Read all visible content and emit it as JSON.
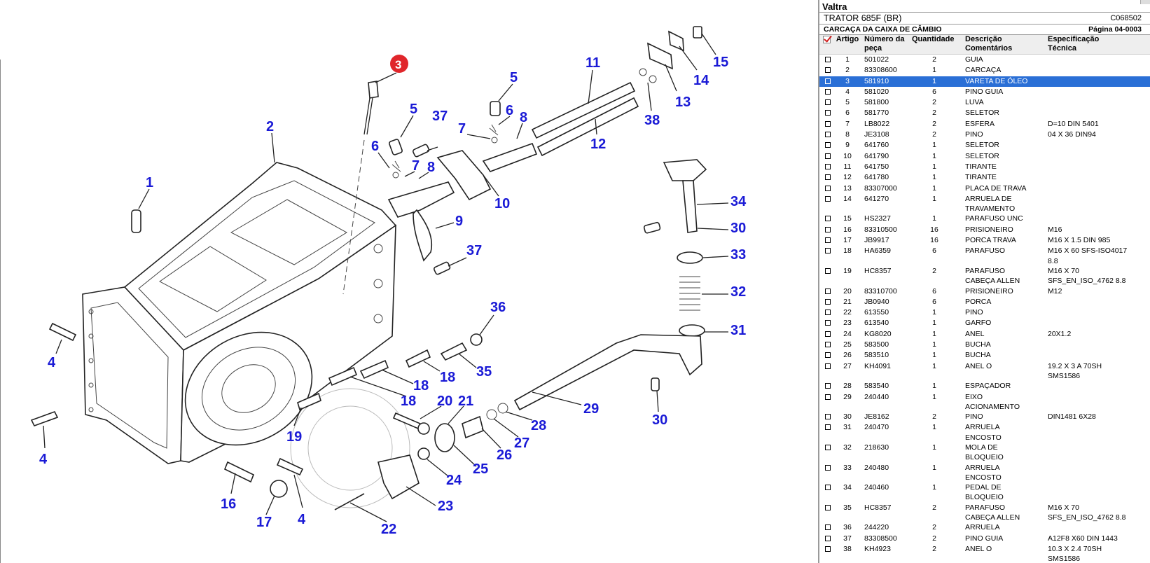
{
  "panel": {
    "brand": "Valtra",
    "model": "TRATOR 685F (BR)",
    "code": "C068502",
    "title": "CARCAÇA DA CAIXA DE CÂMBIO",
    "page": "Página 04-0003"
  },
  "columns": {
    "artigo": "Artigo",
    "numero_line1": "Número da",
    "numero_line2": "peça",
    "quantidade": "Quantidade",
    "descricao_line1": "Descrição",
    "descricao_line2": "Comentários",
    "spec_line1": "Especificação",
    "spec_line2": "Técnica"
  },
  "parts": [
    {
      "art": "1",
      "num": "501022",
      "qty": "2",
      "desc": [
        "GUIA"
      ],
      "spec": []
    },
    {
      "art": "2",
      "num": "83308600",
      "qty": "1",
      "desc": [
        "CARCAÇA"
      ],
      "spec": []
    },
    {
      "art": "3",
      "num": "581910",
      "qty": "1",
      "desc": [
        "VARETA DE ÓLEO"
      ],
      "spec": [],
      "selected": true
    },
    {
      "art": "4",
      "num": "581020",
      "qty": "6",
      "desc": [
        "PINO GUIA"
      ],
      "spec": []
    },
    {
      "art": "5",
      "num": "581800",
      "qty": "2",
      "desc": [
        "LUVA"
      ],
      "spec": []
    },
    {
      "art": "6",
      "num": "581770",
      "qty": "2",
      "desc": [
        "SELETOR"
      ],
      "spec": []
    },
    {
      "art": "7",
      "num": "LB8022",
      "qty": "2",
      "desc": [
        "ESFERA"
      ],
      "spec": [
        "D=10 DIN 5401"
      ]
    },
    {
      "art": "8",
      "num": "JE3108",
      "qty": "2",
      "desc": [
        "PINO"
      ],
      "spec": [
        "04 X 36 DIN94"
      ]
    },
    {
      "art": "9",
      "num": "641760",
      "qty": "1",
      "desc": [
        "SELETOR"
      ],
      "spec": []
    },
    {
      "art": "10",
      "num": "641790",
      "qty": "1",
      "desc": [
        "SELETOR"
      ],
      "spec": []
    },
    {
      "art": "11",
      "num": "641750",
      "qty": "1",
      "desc": [
        "TIRANTE"
      ],
      "spec": []
    },
    {
      "art": "12",
      "num": "641780",
      "qty": "1",
      "desc": [
        "TIRANTE"
      ],
      "spec": []
    },
    {
      "art": "13",
      "num": "83307000",
      "qty": "1",
      "desc": [
        "PLACA DE TRAVA"
      ],
      "spec": []
    },
    {
      "art": "14",
      "num": "641270",
      "qty": "1",
      "desc": [
        "ARRUELA DE",
        "TRAVAMENTO"
      ],
      "spec": []
    },
    {
      "art": "15",
      "num": "HS2327",
      "qty": "1",
      "desc": [
        "PARAFUSO UNC"
      ],
      "spec": []
    },
    {
      "art": "16",
      "num": "83310500",
      "qty": "16",
      "desc": [
        "PRISIONEIRO"
      ],
      "spec": [
        "M16"
      ]
    },
    {
      "art": "17",
      "num": "JB9917",
      "qty": "16",
      "desc": [
        "PORCA TRAVA"
      ],
      "spec": [
        "M16 X 1.5 DIN 985"
      ]
    },
    {
      "art": "18",
      "num": "HA6359",
      "qty": "6",
      "desc": [
        "PARAFUSO"
      ],
      "spec": [
        "M16 X 60 SFS-ISO4017",
        "8.8"
      ]
    },
    {
      "art": "19",
      "num": "HC8357",
      "qty": "2",
      "desc": [
        "PARAFUSO",
        "CABEÇA ALLEN"
      ],
      "spec": [
        "M16 X 70",
        "SFS_EN_ISO_4762 8.8"
      ]
    },
    {
      "art": "20",
      "num": "83310700",
      "qty": "6",
      "desc": [
        "PRISIONEIRO"
      ],
      "spec": [
        "M12"
      ]
    },
    {
      "art": "21",
      "num": "JB0940",
      "qty": "6",
      "desc": [
        "PORCA"
      ],
      "spec": []
    },
    {
      "art": "22",
      "num": "613550",
      "qty": "1",
      "desc": [
        "PINO"
      ],
      "spec": []
    },
    {
      "art": "23",
      "num": "613540",
      "qty": "1",
      "desc": [
        "GARFO"
      ],
      "spec": []
    },
    {
      "art": "24",
      "num": "KG8020",
      "qty": "1",
      "desc": [
        "ANEL"
      ],
      "spec": [
        "20X1.2"
      ]
    },
    {
      "art": "25",
      "num": "583500",
      "qty": "1",
      "desc": [
        "BUCHA"
      ],
      "spec": []
    },
    {
      "art": "26",
      "num": "583510",
      "qty": "1",
      "desc": [
        "BUCHA"
      ],
      "spec": []
    },
    {
      "art": "27",
      "num": "KH4091",
      "qty": "1",
      "desc": [
        "ANEL O"
      ],
      "spec": [
        "19.2 X 3 A 70SH",
        "SMS1586"
      ]
    },
    {
      "art": "28",
      "num": "583540",
      "qty": "1",
      "desc": [
        "ESPAÇADOR"
      ],
      "spec": []
    },
    {
      "art": "29",
      "num": "240440",
      "qty": "1",
      "desc": [
        "EIXO",
        "ACIONAMENTO"
      ],
      "spec": []
    },
    {
      "art": "30",
      "num": "JE8162",
      "qty": "2",
      "desc": [
        "PINO"
      ],
      "spec": [
        "DIN1481 6X28"
      ]
    },
    {
      "art": "31",
      "num": "240470",
      "qty": "1",
      "desc": [
        "ARRUELA",
        "ENCOSTO"
      ],
      "spec": []
    },
    {
      "art": "32",
      "num": "218630",
      "qty": "1",
      "desc": [
        "MOLA DE",
        "BLOQUEIO"
      ],
      "spec": []
    },
    {
      "art": "33",
      "num": "240480",
      "qty": "1",
      "desc": [
        "ARRUELA",
        "ENCOSTO"
      ],
      "spec": []
    },
    {
      "art": "34",
      "num": "240460",
      "qty": "1",
      "desc": [
        "PEDAL DE",
        "BLOQUEIO"
      ],
      "spec": []
    },
    {
      "art": "35",
      "num": "HC8357",
      "qty": "2",
      "desc": [
        "PARAFUSO",
        "CABEÇA ALLEN"
      ],
      "spec": [
        "M16 X 70",
        "SFS_EN_ISO_4762 8.8"
      ]
    },
    {
      "art": "36",
      "num": "244220",
      "qty": "2",
      "desc": [
        "ARRUELA"
      ],
      "spec": []
    },
    {
      "art": "37",
      "num": "83308500",
      "qty": "2",
      "desc": [
        "PINO GUIA"
      ],
      "spec": [
        "A12F8 X60 DIN 1443"
      ]
    },
    {
      "art": "38",
      "num": "KH4923",
      "qty": "2",
      "desc": [
        "ANEL O"
      ],
      "spec": [
        "10.3 X 2.4 70SH",
        "SMS1586"
      ]
    }
  ],
  "diagram": {
    "selected_item": "3",
    "accent_color": "#e0262b",
    "callout_color": "#1a1ad6",
    "callouts": [
      "1",
      "2",
      "3",
      "4",
      "4",
      "4",
      "4",
      "5",
      "5",
      "6",
      "6",
      "7",
      "7",
      "8",
      "8",
      "9",
      "10",
      "11",
      "12",
      "13",
      "14",
      "15",
      "16",
      "17",
      "18",
      "18",
      "18",
      "19",
      "20",
      "21",
      "22",
      "23",
      "24",
      "25",
      "26",
      "27",
      "28",
      "29",
      "30",
      "30",
      "31",
      "32",
      "33",
      "34",
      "35",
      "36",
      "37",
      "37",
      "38"
    ]
  }
}
